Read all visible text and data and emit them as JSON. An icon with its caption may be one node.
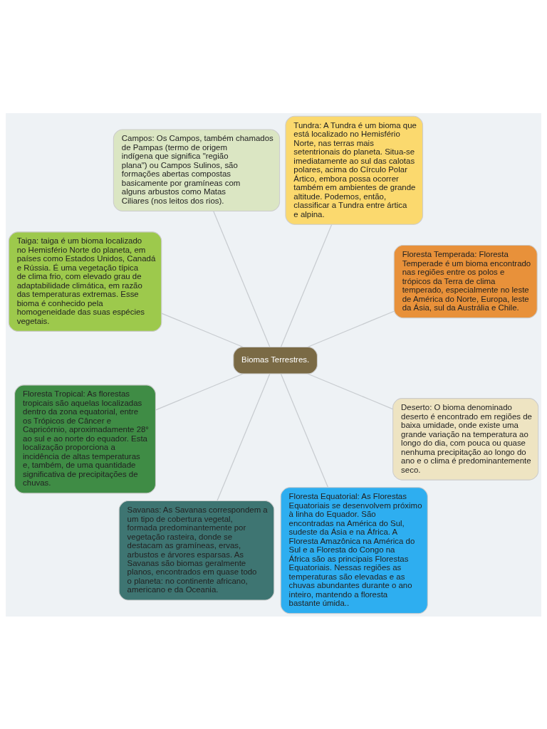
{
  "diagram": {
    "nodes": [
      {
        "text": [
          "Biomas Terrestres."
        ]
      },
      {
        "text": [
          "Floresta Temperada: Floresta Temperade é um bioma encontrado nas regiões entre os polos e trópicos da Terra de clima temperado, especialmente no leste de América do Norte, Europa, leste da Ásia, sul da Austrália e Chile."
        ]
      },
      {
        "text": [
          "Tundra: A Tundra é um bioma que está localizado no Hemisfério Norte, nas terras mais setentrionais do planeta. Situa-se imediatamente ao sul das calotas polares, acima do Círculo Polar Ártico, embora possa ocorrer também em ambientes de grande altitude. Podemos, então, classificar a Tundra entre ártica e alpina."
        ]
      },
      {
        "text": [
          "Campos: Os Campos, também chamados de Pampas (termo de origem indígena que significa \"região plana\") ou Campos Sulinos, são formações abertas compostas basicamente por gramíneas com alguns arbustos como Matas Ciliares (nos leitos dos rios)."
        ]
      },
      {
        "text": [
          "Taiga: taiga é um bioma localizado no Hemisfério Norte do planeta, em países como Estados Unidos, Canadá e Rússia. É uma vegetação típica de clima frio, com elevado grau de adaptabilidade climática, em razão das temperaturas extremas. Esse bioma é conhecido pela homogeneidade das suas espécies vegetais."
        ]
      },
      {
        "text": [
          "Floresta Tropical: As florestas tropicais são aquelas localizadas dentro da zona equatorial, entre os Trópicos de Câncer e Capricórnio, aproximadamente 28° ao sul e ao norte do equador. Esta localização proporciona a incidência de altas temperaturas e, também, de uma quantidade significativa de precipitações de chuvas."
        ]
      },
      {
        "text": [
          "Savanas: As Savanas correspondem a um tipo de cobertura vegetal, formada predominantemente por vegetação rasteira, donde se destacam as gramíneas, ervas, arbustos e árvores esparsas. As Savanas são biomas geralmente planos, encontrados em quase todo o planeta: no continente africano, americano e da Oceania."
        ]
      },
      {
        "text": [
          "Floresta Equatorial: As Florestas Equatoriais se desenvolvem próximo à linha do Equador. São encontradas na América do Sul, sudeste da Ásia e na África. A Floresta Amazônica na América do Sul e a Floresta do Congo na África são as principais Florestas Equatoriais. Nessas regiões as temperaturas são elevadas e as chuvas abundantes durante o ano inteiro, mantendo a floresta bastante úmida.."
        ]
      },
      {
        "text": [
          "Deserto: O bioma denominado deserto é encontrado em regiões de baixa umidade, onde existe uma grande variação na temperatura ao longo do dia, com pouca ou quase nenhuma precipitação ao longo do ano e o clima é predominantemente seco."
        ]
      }
    ],
    "edges": [
      {
        "from": 0,
        "to": 1,
        "arrow": "none"
      },
      {
        "from": 0,
        "to": 2,
        "arrow": "none"
      },
      {
        "from": 0,
        "to": 3,
        "arrow": "none"
      },
      {
        "from": 0,
        "to": 4,
        "arrow": "none"
      },
      {
        "from": 0,
        "to": 5,
        "arrow": "none"
      },
      {
        "from": 0,
        "to": 6,
        "arrow": "none"
      },
      {
        "from": 0,
        "to": 7,
        "arrow": "none"
      },
      {
        "from": 0,
        "to": 8,
        "arrow": "none"
      }
    ]
  }
}
